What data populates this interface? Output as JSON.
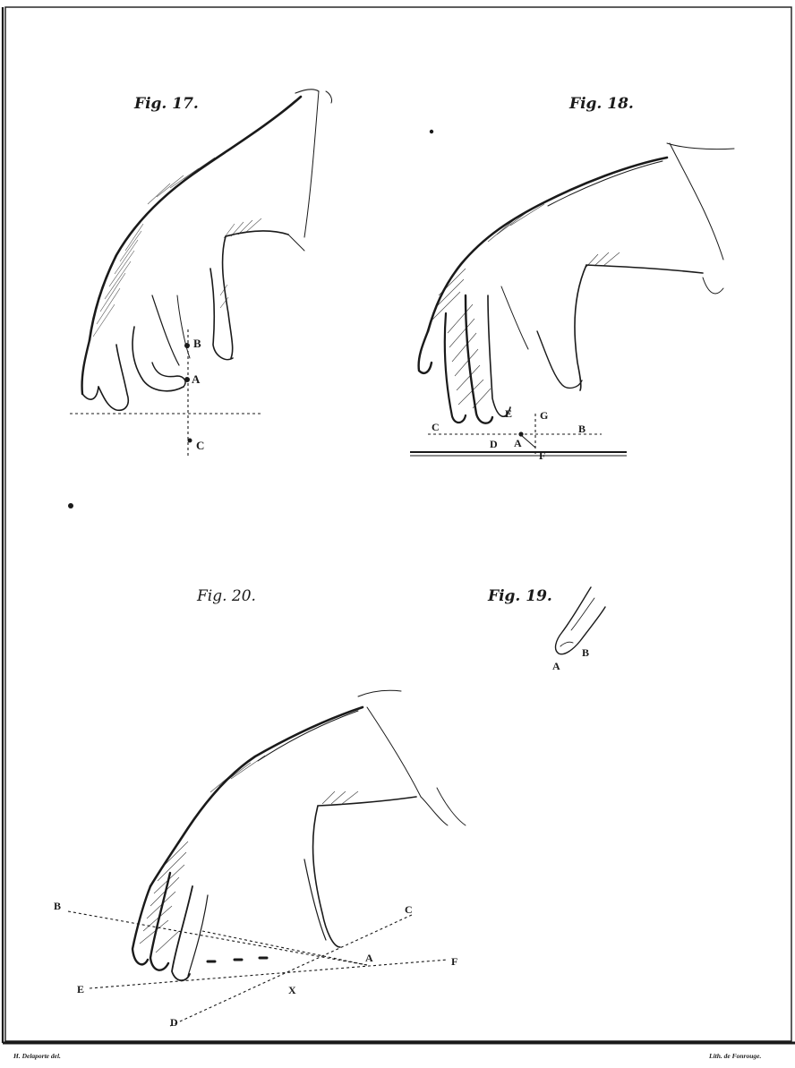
{
  "plate": {
    "colors": {
      "ink": "#1a1a1a",
      "paper": "#ffffff"
    },
    "figures": [
      {
        "id": "fig17",
        "title": "Fig. 17.",
        "points": [
          "B",
          "A",
          "C"
        ]
      },
      {
        "id": "fig18",
        "title": "Fig. 18.",
        "points": [
          "C",
          "D",
          "E",
          "A",
          "G",
          "F",
          "B"
        ]
      },
      {
        "id": "fig19",
        "title": "Fig. 19.",
        "points": [
          "A",
          "B"
        ]
      },
      {
        "id": "fig20",
        "title": "Fig. 20.",
        "points": [
          "B",
          "C",
          "A",
          "F",
          "E",
          "X",
          "D"
        ]
      }
    ],
    "credits": {
      "left": "H. Delaporte del.",
      "right": "Lith. de Fonrouge."
    }
  }
}
